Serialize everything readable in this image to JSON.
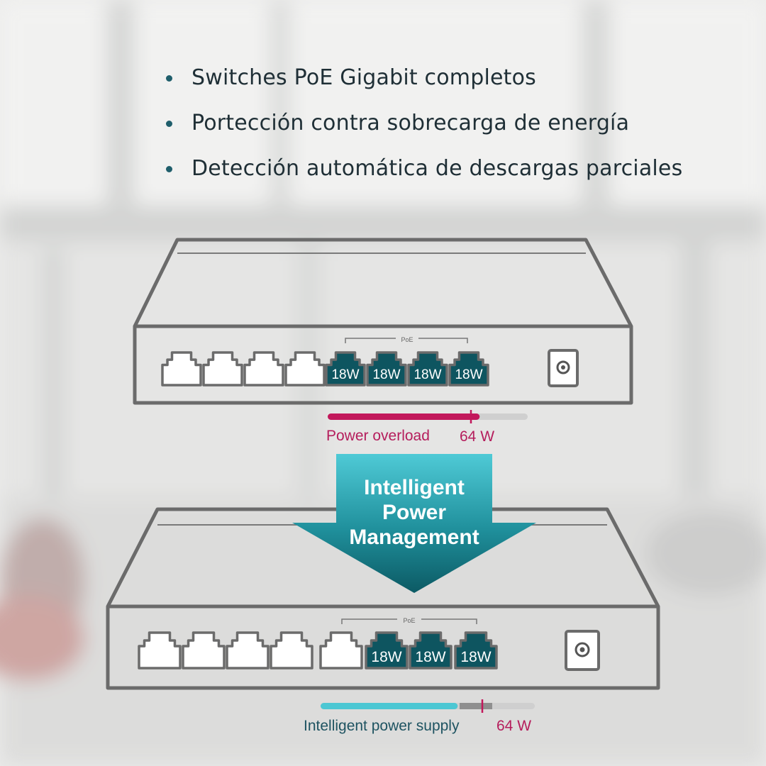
{
  "bullets": [
    "Switches PoE Gigabit completos",
    "Portección contra sobrecarga de energía",
    "Detección automática de descargas parciales"
  ],
  "top_switch": {
    "poe_label": "PoE",
    "port_watts": [
      "18W",
      "18W",
      "18W",
      "18W"
    ],
    "meter_label": "Power overload",
    "meter_value": "64 W",
    "meter_fill_fraction": 0.76
  },
  "arrow": {
    "lines": [
      "Intelligent",
      "Power",
      "Management"
    ]
  },
  "bottom_switch": {
    "poe_label": "PoE",
    "port_watts": [
      "18W",
      "18W",
      "18W"
    ],
    "meter_label": "Intelligent power supply",
    "meter_value": "64 W",
    "meter_fill_fraction": 0.64
  },
  "colors": {
    "overload": "#c2185b",
    "supply": "#4cc7d3",
    "port_fill": "#0e5560",
    "outline": "#6b6b6b",
    "arrow_top": "#4fcad6",
    "arrow_bottom": "#0c5a64"
  }
}
